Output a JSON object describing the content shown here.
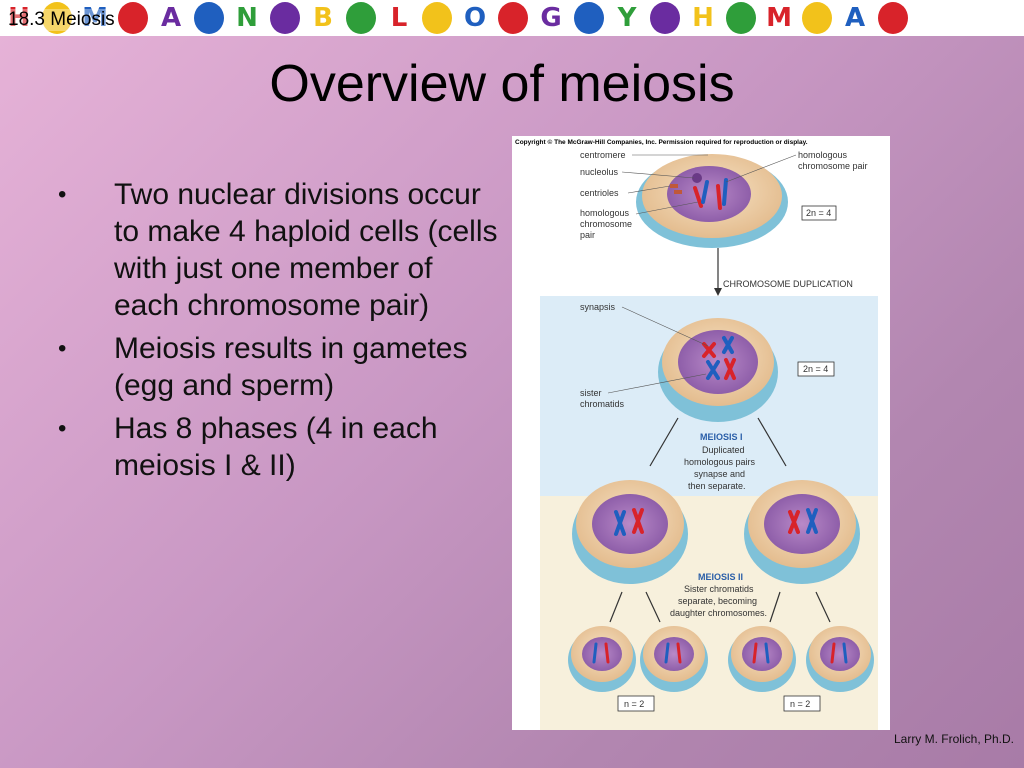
{
  "header": {
    "slide_label": "18.3 Meiosis",
    "banner_glyphs": [
      "H",
      "M",
      "A",
      "N",
      "B",
      "L",
      "O",
      "G",
      "Y"
    ],
    "colors": {
      "accent_red": "#d8232a",
      "accent_green": "#2f9e3a",
      "accent_blue": "#1f5fbf",
      "accent_yellow": "#f2c21b",
      "accent_purple": "#6a2ca0"
    }
  },
  "slide": {
    "title": "Overview of meiosis",
    "bullet_icon": "bullet-dot",
    "bullets": [
      "Two nuclear divisions occur to make 4 haploid cells (cells with just one member of each chromosome pair)",
      "Meiosis results in gametes (egg and sperm)",
      "Has 8 phases (4 in each meiosis I & II)"
    ],
    "credit": "Larry M. Frolich, Ph.D."
  },
  "figure": {
    "copyright": "Copyright © The McGraw-Hill Companies, Inc. Permission required for reproduction or display.",
    "labels": {
      "centromere": "centromere",
      "nucleolus": "nucleolus",
      "centrioles": "centrioles",
      "homologous_left": [
        "homologous",
        "chromosome",
        "pair"
      ],
      "homologous_right": [
        "homologous",
        "chromosome pair"
      ],
      "two_n_top": "2n = 4",
      "duplication": "CHROMOSOME DUPLICATION",
      "synapsis": "synapsis",
      "sister": [
        "sister",
        "chromatids"
      ],
      "two_n_mid": "2n = 4",
      "meiosis1_title": "MEIOSIS I",
      "meiosis1_desc": [
        "Duplicated",
        "homologous pairs",
        "synapse and",
        "then separate."
      ],
      "meiosis2_title": "MEIOSIS II",
      "meiosis2_desc": [
        "Sister chromatids",
        "separate, becoming",
        "daughter chromosomes."
      ],
      "n_left": "n = 2",
      "n_right": "n = 2"
    }
  }
}
